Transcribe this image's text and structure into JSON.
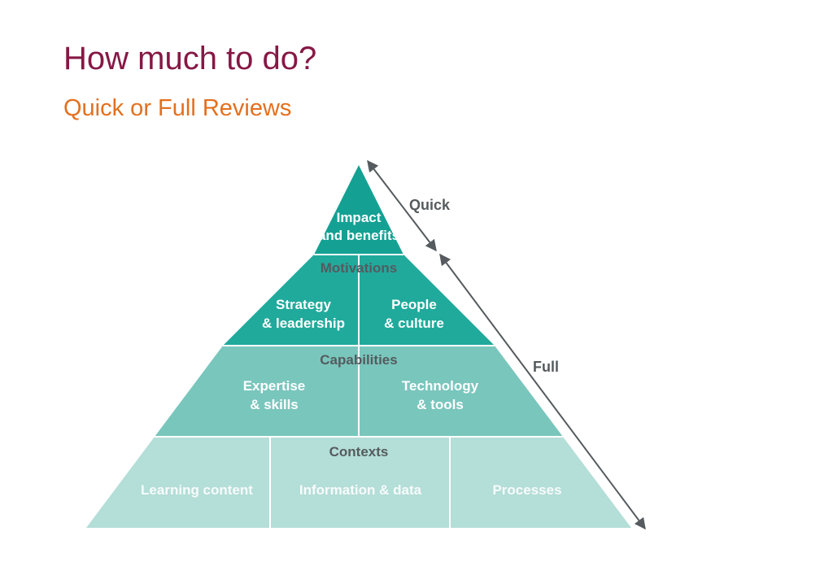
{
  "header": {
    "title": "How much to do?",
    "subtitle": "Quick or Full Reviews"
  },
  "pyramid": {
    "top": {
      "line1": "Impact",
      "line2": "and benefits"
    },
    "motivations": {
      "heading": "Motivations",
      "left": {
        "line1": "Strategy",
        "line2": "& leadership"
      },
      "right": {
        "line1": "People",
        "line2": "& culture"
      }
    },
    "capabilities": {
      "heading": "Capabilities",
      "left": {
        "line1": "Expertise",
        "line2": "& skills"
      },
      "right": {
        "line1": "Technology",
        "line2": "& tools"
      }
    },
    "contexts": {
      "heading": "Contexts",
      "cells": [
        "Learning content",
        "Information & data",
        "Processes"
      ]
    }
  },
  "arrows": {
    "quick": "Quick",
    "full": "Full"
  },
  "colors": {
    "title": "#861845",
    "subtitle": "#e2701f",
    "tier1": "#14a193",
    "tier2": "#20aa9c",
    "tier3": "#79c6bd",
    "tier4": "#b4ded8",
    "dividers": "#ffffff",
    "arrow": "#555b5e"
  }
}
